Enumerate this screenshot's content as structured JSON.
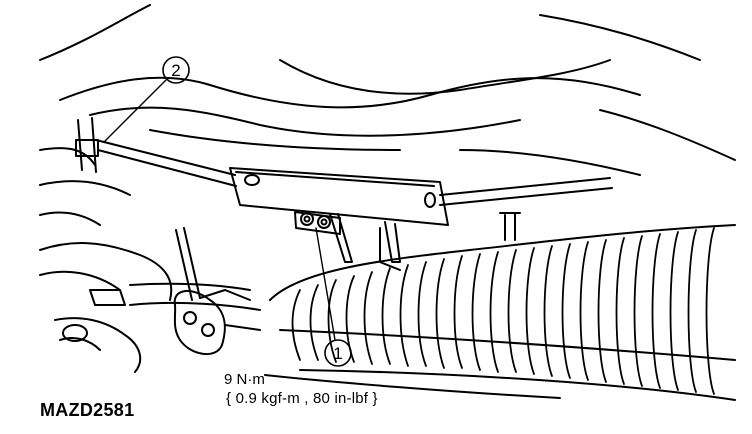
{
  "callouts": [
    {
      "number": "2"
    },
    {
      "number": "1"
    }
  ],
  "torque": {
    "line1": "9 N·m",
    "line2": "{ 0.9 kgf-m , 80 in-lbf }"
  },
  "figure_code": "MAZD2581",
  "colors": {
    "ink": "#000000",
    "paper": "#ffffff"
  }
}
